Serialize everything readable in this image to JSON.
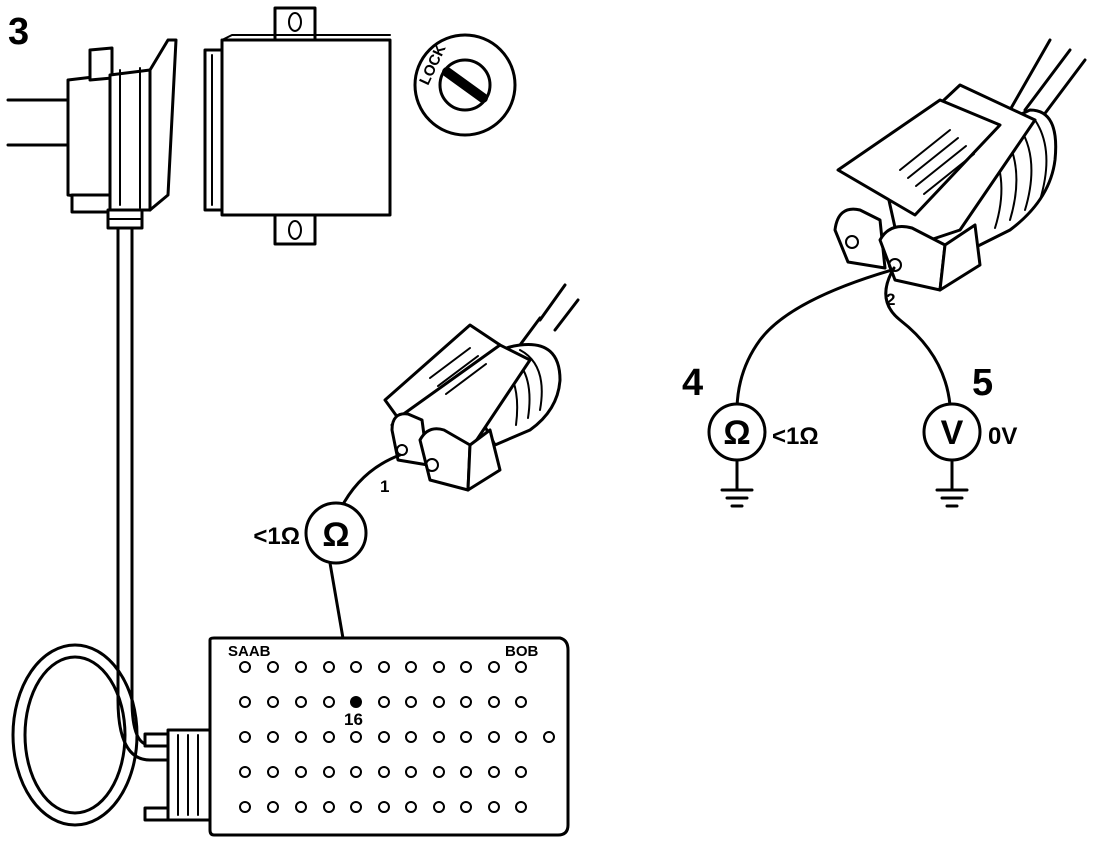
{
  "steps": {
    "step_3": "3",
    "step_4": "4",
    "step_5": "5"
  },
  "ecu": {
    "lock_label": "LOCK"
  },
  "breakout_box": {
    "brand": "SAAB",
    "name": "BOB",
    "pin_label": "16"
  },
  "meter_left": {
    "symbol": "Ω",
    "reading": "<1Ω",
    "pin_label": "1"
  },
  "meter_right_ohm": {
    "symbol": "Ω",
    "reading": "<1Ω"
  },
  "meter_right_volt": {
    "symbol": "V",
    "reading": "0V"
  },
  "connector_right": {
    "pin_label": "2"
  }
}
